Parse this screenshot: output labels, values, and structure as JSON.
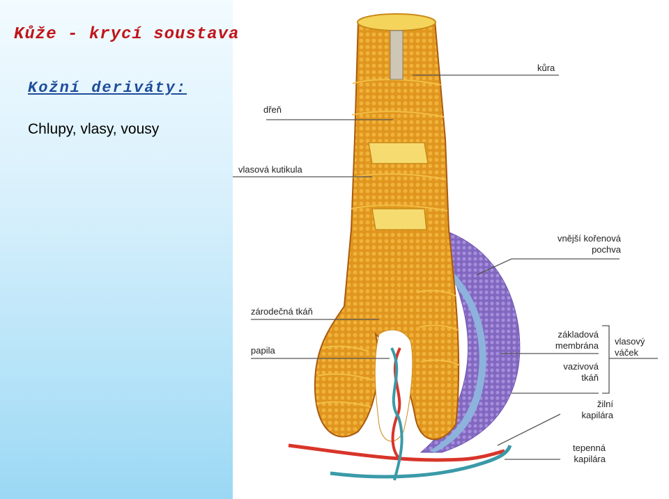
{
  "slide": {
    "title": "Kůže - krycí soustava",
    "subtitle": "Kožní deriváty:",
    "body": "Chlupy, vlasy, vousy"
  },
  "diagram": {
    "labels": {
      "kura": "kůra",
      "dren": "dřeň",
      "kutikula": "vlasová kutikula",
      "vnejsi_1": "vnější kořenová",
      "vnejsi_2": "pochva",
      "zarodecna": "zárodečná tkáň",
      "papila": "papila",
      "zakladova_1": "základová",
      "zakladova_2": "membrána",
      "vacek_1": "vlasový",
      "vacek_2": "váček",
      "vazivova_1": "vazivová",
      "vazivova_2": "tkáň",
      "zilni_1": "žilní",
      "zilni_2": "kapilára",
      "tepenna_1": "tepenná",
      "tepenna_2": "kapilára"
    },
    "colors": {
      "hair": "#d98a1c",
      "hair_dark": "#a85a10",
      "hair_light": "#f4c24a",
      "sheath": "#8c6fc8",
      "membrane": "#7fa7d6",
      "artery": "#d8352a",
      "vein": "#3a9aa8",
      "medulla": "#c8c0b0"
    }
  }
}
